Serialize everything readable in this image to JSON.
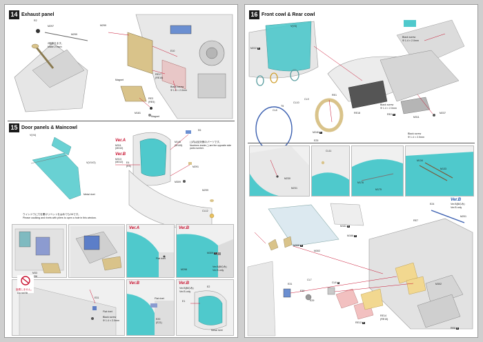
{
  "left_page": {
    "sec14": {
      "num": "14",
      "title": "Exhaust panel",
      "labels": {
        "r2": "R2",
        "m297": "M297",
        "m299a": "M299",
        "make2": "2個作ります。",
        "make2b": "Make 2 each",
        "m299b": "M299",
        "e10": "E10",
        "re17": "RE17",
        "re16": "(RE16)",
        "magnet1": "Magnet",
        "black_screw": "Black screw",
        "black_screw_size": "Φ 1.4 × 2.0mm",
        "re3": "RE3",
        "re5": "(RE5)",
        "m181": "M181",
        "magnet2": "Magnet"
      }
    },
    "sec15": {
      "num": "15",
      "title": "Door panels & Maincowl",
      "labels": {
        "v_window": "V(V4)",
        "v_side": "V(V1V2)",
        "metal_rivet": "Metal rivet",
        "ver_a": "Ver.A",
        "ver_a_parts": "M311\n(M310)",
        "ver_b": "Ver.B",
        "ver_b_parts": "M313\n(M312)",
        "e6": "E6",
        "e4": "E4",
        "e5": "(E5)",
        "m146": "M146",
        "m145": "(M145)",
        "opposite_jp": "( )内は反対側のパーツです。",
        "opposite_en": "Numbers inside ( ) are the opposite side parts number.",
        "m291": "M291",
        "m309": "M309",
        "m299c": "M299",
        "cl12": "CL12",
        "caution_jp": "ウインドウに穴を開けリベットをはめてもOKです。",
        "caution_en": "Please caulking and rivets with pliers to open a hole in this window.",
        "m33": "M33",
        "m36": "M36",
        "do_not_fix_jp": "接着しません。",
        "do_not_fix_en": "Do not fix",
        "e31": "E31",
        "flat_rivet": "Flat rivet",
        "black_screw2": "Black screw",
        "black_screw2_size": "Φ 1.4 × 2.0mm",
        "panel_ver_a": "Ver.A",
        "panel_flat_rivet": "Flat rivet",
        "panel_ver_b1": "Ver.B",
        "m309b": "M309",
        "m298": "M298",
        "ver_b_only": "Ver.B(Bのみ)",
        "ver_b_only2": "Ver.B only",
        "panel_ver_b2": "Ver.B",
        "flat_rivet2": "Flat rivet",
        "e20": "E20",
        "e21": "(E21)",
        "panel_ver_b3": "Ver.B",
        "ver_b_only3": "Ver.B(Bのみ)",
        "ver_b_only4": "Ver.B only",
        "e1": "E1",
        "e2": "E2",
        "metal_rivet2": "Metal rivet"
      }
    }
  },
  "right_page": {
    "sec16": {
      "num": "16",
      "title": "Front cowl & Rear cowl",
      "labels": {
        "v_top": "V(V3)",
        "m222": "M222",
        "cl9": "CL9",
        "t5": "T5",
        "cl10": "CL10",
        "cl8": "CL8",
        "m246": "M246",
        "e25": "E25",
        "black_screw_a": "Black screw",
        "black_screw_a_size": "Φ 1.4 × 2.0mm",
        "re1": "RE1",
        "re18": "RE18",
        "black_screw_b": "Black screw",
        "black_screw_b_size": "Φ 1.4 × 2.0mm",
        "re2": "RE2",
        "m311": "M311",
        "m237": "M237",
        "black_screw_c": "Black screw",
        "black_screw_c_size": "Φ 1.4 × 2.0mm",
        "cl11": "CL11",
        "m230": "M230",
        "m231": "M231",
        "m176": "M176",
        "m175": "M175",
        "m134": "M134",
        "m133": "M133",
        "ver_b": "Ver.B",
        "ver_b_only": "Ver.B(Bのみ)",
        "ver_b_only2": "Ver.B only",
        "e24": "E24",
        "m201": "M201",
        "re7": "RE7",
        "m161": "M161",
        "m166": "M166",
        "m306": "M306",
        "m302": "M302",
        "cl7": "CL7",
        "e31": "E31",
        "e29": "E29",
        "e30": "E30",
        "cl8b": "CL8",
        "m302b": "M302",
        "re14": "RE14",
        "re15": "(RE15)",
        "re13": "RE13",
        "re8": "RE8"
      }
    }
  },
  "colors": {
    "teal": "#4fc9cc",
    "tan": "#d9c38a",
    "red_line": "#c8102e",
    "blue_line": "#3a5fb0"
  }
}
